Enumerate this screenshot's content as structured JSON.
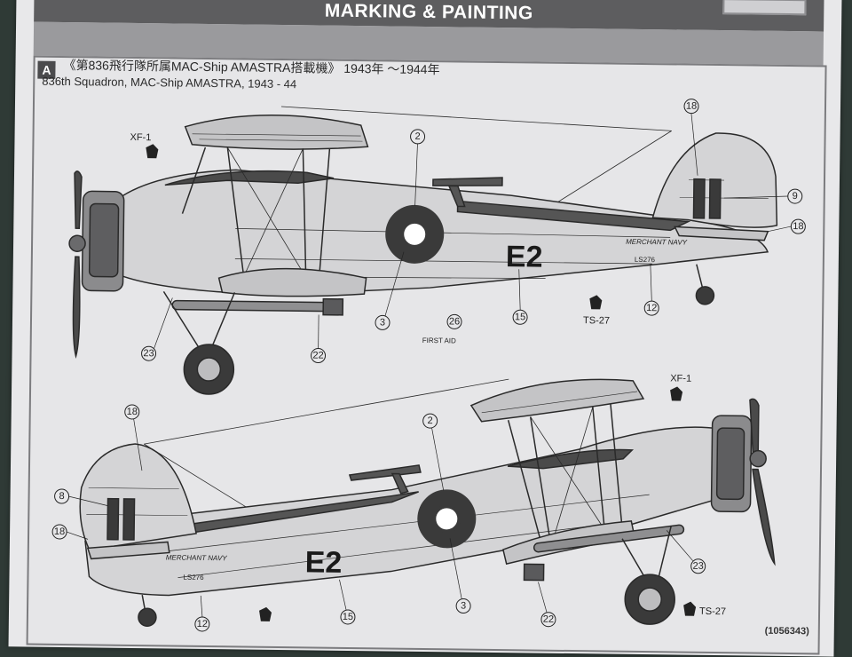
{
  "header": {
    "title": "MARKING & PAINTING"
  },
  "section": {
    "letter": "A",
    "caption_jp": "《第836飛行隊所属MAC-Ship AMASTRA搭載機》 1943年 〜1944年",
    "caption_en": "836th Squadron, MAC-Ship AMASTRA, 1943 - 44"
  },
  "aircraft_top": {
    "code": "E2",
    "serial": "LS276",
    "merchant_navy": "MERCHANT NAVY",
    "first_aid": "FIRST AID",
    "paint_codes": {
      "xf1": "XF-1",
      "ts27": "TS-27"
    },
    "callouts": {
      "c2": "2",
      "c3": "3",
      "c9": "9",
      "c12": "12",
      "c15": "15",
      "c18a": "18",
      "c18b": "18",
      "c22": "22",
      "c23": "23",
      "c26": "26"
    }
  },
  "aircraft_bottom": {
    "code": "E2",
    "serial": "LS276",
    "merchant_navy": "MERCHANT NAVY",
    "paint_codes": {
      "xf1": "XF-1",
      "ts27": "TS-27"
    },
    "callouts": {
      "c2": "2",
      "c3": "3",
      "c8": "8",
      "c12": "12",
      "c15": "15",
      "c18a": "18",
      "c18b": "18",
      "c22": "22",
      "c23": "23"
    }
  },
  "footer": {
    "ref": "(1056343)"
  },
  "colors": {
    "background": "#2f3a36",
    "paper": "#e8e8ea",
    "header": "#5d5d5f",
    "ink": "#222222",
    "roundel_outer": "#3a3a3a",
    "roundel_inner": "#ffffff"
  }
}
